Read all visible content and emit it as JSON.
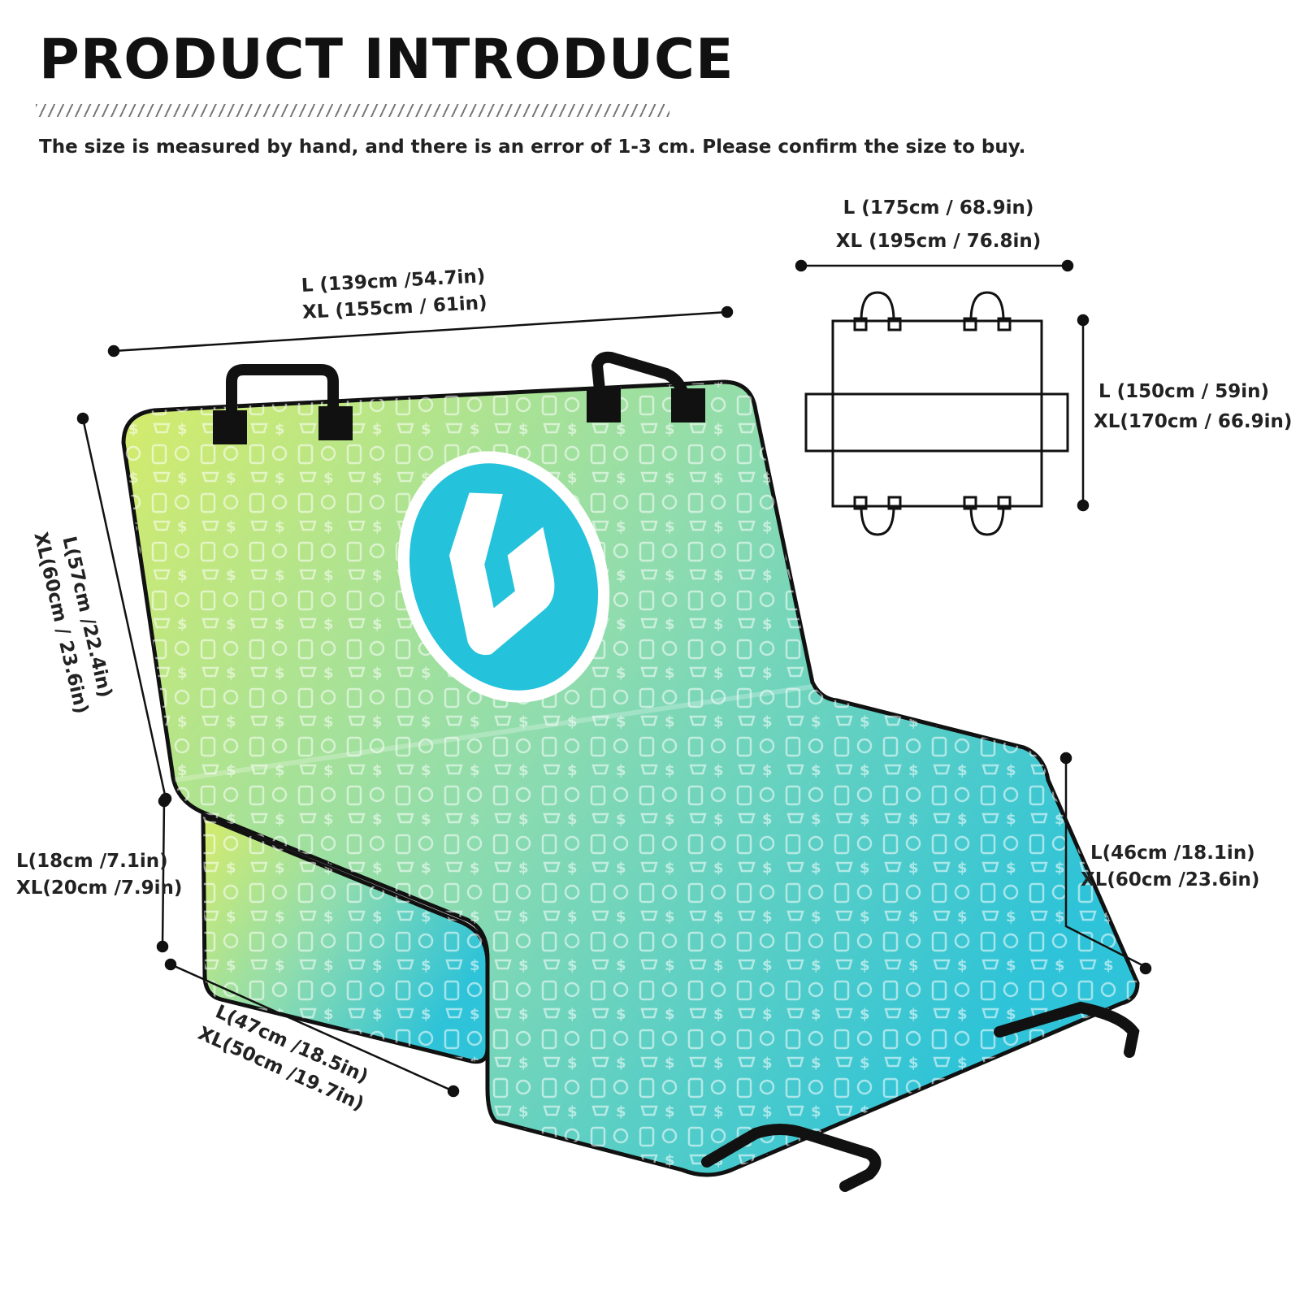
{
  "header": {
    "title": "PRODUCT INTRODUCE",
    "subtitle": "The size is measured by hand, and there is an error of 1-3 cm. Please confirm the size to buy."
  },
  "dimensions": {
    "width_top": {
      "l": "L (139cm /54.7in)",
      "xl": "XL (155cm / 61in)"
    },
    "flat_width": {
      "l": "L (175cm / 68.9in)",
      "xl": "XL (195cm / 76.8in)"
    },
    "flat_height": {
      "l": "L (150cm / 59in)",
      "xl": "XL(170cm / 66.9in)"
    },
    "back_height": {
      "l": "L(57cm /22.4in)",
      "xl": "XL(60cm / 23.6in)"
    },
    "flap_height": {
      "l": "L(18cm /7.1in)",
      "xl": "XL(20cm /7.9in)"
    },
    "seat_depth": {
      "l": "L(47cm /18.5in)",
      "xl": "XL(50cm /19.7in)"
    },
    "side_height": {
      "l": "L(46cm /18.1in)",
      "xl": "XL(60cm /23.6in)"
    }
  },
  "colors": {
    "gradient_start": "#d6ec6a",
    "gradient_mid": "#8fdcae",
    "gradient_end": "#2ec3d8",
    "logo": "#25c2dc",
    "strap": "#111111"
  },
  "icons": [
    "logo-g-icon",
    "cart-icon",
    "dollar-icon",
    "shirt-icon",
    "phone-icon",
    "bag-icon",
    "mug-icon",
    "image-icon"
  ]
}
